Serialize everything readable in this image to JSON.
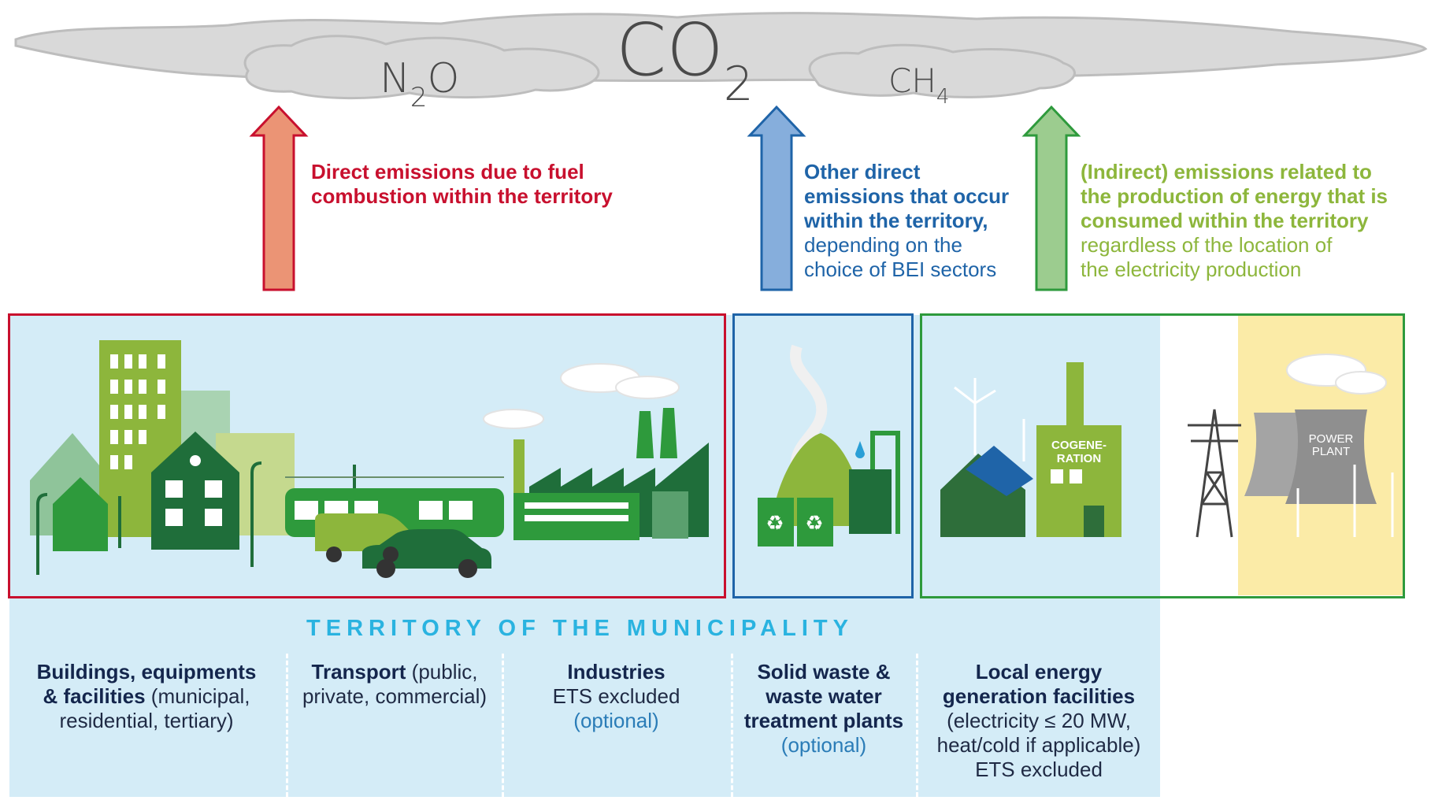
{
  "gases": {
    "n2o": {
      "base": "N",
      "sub": "2",
      "tail": "O"
    },
    "co2": {
      "base": "CO",
      "sub": "2"
    },
    "ch4": {
      "base": "CH",
      "sub": "4"
    }
  },
  "emissions": {
    "direct": {
      "bold_lines": [
        "Direct emissions due to fuel",
        "combustion within the territory"
      ],
      "light_lines": [],
      "color": "#c8102e"
    },
    "other": {
      "bold_lines": [
        "Other direct",
        "emissions that occur",
        "within the territory,"
      ],
      "light_lines": [
        "depending on the",
        "choice of BEI sectors"
      ],
      "color": "#1f64a8"
    },
    "indirect": {
      "bold_lines": [
        "(Indirect) emissions related to",
        "the production of energy that is",
        "consumed within the territory"
      ],
      "light_lines": [
        "regardless of the location of",
        "the electricity production"
      ],
      "color": "#8db63c"
    }
  },
  "illustration_labels": {
    "cogeneration": [
      "COGENE-",
      "RATION"
    ],
    "power_plant": [
      "POWER",
      "PLANT"
    ]
  },
  "territory_label": "TERRITORY OF THE MUNICIPALITY",
  "categories": [
    {
      "bold_lines": [
        "Buildings, equipments",
        "& facilities"
      ],
      "normal_lines": [
        "(municipal,",
        "residential, tertiary)"
      ]
    },
    {
      "bold_lines": [
        "Transport"
      ],
      "normal_lines": [
        "(public,",
        "private, commercial)"
      ]
    },
    {
      "bold_lines": [
        "Industries"
      ],
      "normal_lines": [
        "ETS excluded"
      ],
      "optional": "(optional)"
    },
    {
      "bold_lines": [
        "Solid waste &",
        "waste water",
        "treatment plants"
      ],
      "normal_lines": [],
      "optional": "(optional)"
    },
    {
      "bold_lines": [
        "Local energy",
        "generation facilities"
      ],
      "normal_lines": [
        "(electricity ≤ 20 MW,",
        "heat/cold if applicable)",
        "ETS excluded"
      ]
    }
  ],
  "colors": {
    "red_frame": "#c8102e",
    "blue_frame": "#1f64a8",
    "green_frame": "#2e9a3c",
    "territory_bg": "#d4ecf7",
    "cloud": "#d9d9d9",
    "arrow_red": "#eb9475",
    "arrow_blue": "#86aedc",
    "arrow_green": "#9ccc8f"
  }
}
